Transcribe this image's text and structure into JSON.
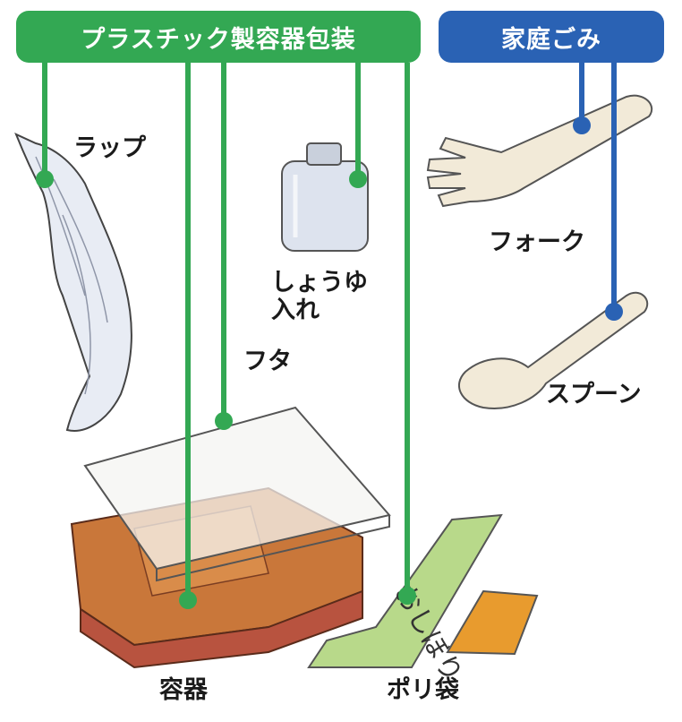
{
  "categories": {
    "plastic": {
      "label": "プラスチック製容器包装",
      "color": "#33a853"
    },
    "household": {
      "label": "家庭ごみ",
      "color": "#2a62b4"
    }
  },
  "items": {
    "wrap": "ラップ",
    "soy_sauce_container": "しょうゆ\n入れ",
    "fork": "フォーク",
    "lid": "フタ",
    "spoon": "スプーン",
    "container": "容器",
    "plastic_bag": "ポリ袋"
  },
  "bag_text": "おしぼり"
}
